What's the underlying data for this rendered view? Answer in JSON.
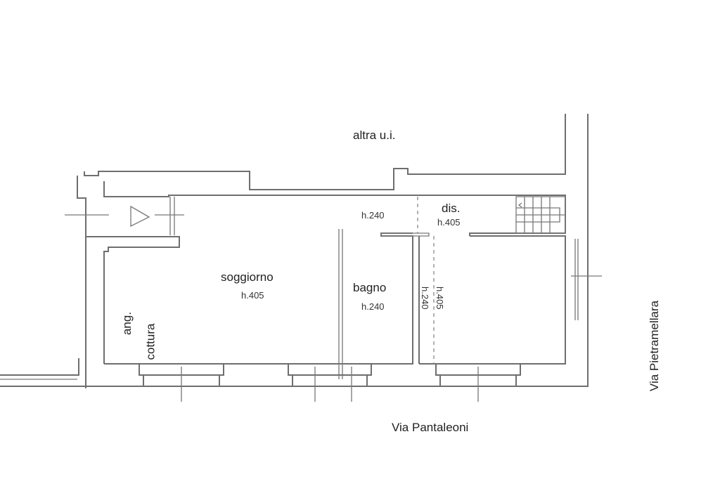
{
  "plan": {
    "neighbor_label": "altra u.i.",
    "rooms": [
      {
        "name": "soggiorno",
        "height": "h.405"
      },
      {
        "name": "bagno",
        "height": "h.240"
      },
      {
        "name": "dis.",
        "height": "h.405"
      },
      {
        "name": "ang. cottura",
        "line1": "ang.",
        "line2": "cottura"
      }
    ],
    "corridor_height": "h.240",
    "room_heights_vertical": [
      "h.240",
      "h.405"
    ],
    "streets": {
      "south": "Via Pantaleoni",
      "east": "Via Pietramellara"
    },
    "colors": {
      "walls": "#6e6e6e",
      "text": "#222222",
      "background": "#ffffff"
    }
  }
}
